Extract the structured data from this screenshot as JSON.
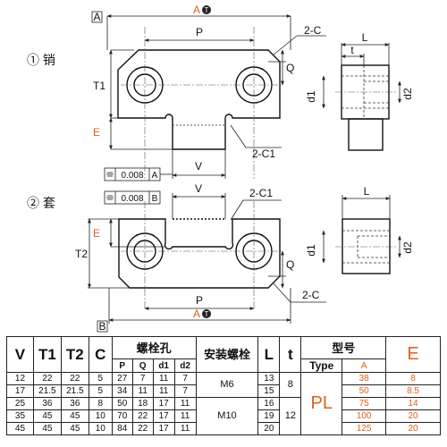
{
  "drawing": {
    "datum_a": "A",
    "datum_b": "B",
    "dim_a": "A",
    "dim_a_marker": "T",
    "dim_p": "P",
    "dim_q": "Q",
    "dim_l": "L",
    "dim_t": "t",
    "dim_t1": "T1",
    "dim_t2": "T2",
    "dim_e": "E",
    "dim_v": "V",
    "dim_d1": "d1",
    "dim_d2": "d2",
    "chamfer_c": "2-C",
    "chamfer_c1": "2-C1",
    "view1_label": "① 销",
    "view2_label": "② 套",
    "tol1_value": "0.008",
    "tol1_ref": "A",
    "tol2_value": "0.008",
    "tol2_ref": "B"
  },
  "table": {
    "headers": {
      "v": "V",
      "t1": "T1",
      "t2": "T2",
      "c": "C",
      "bolt_hole": "螺栓孔",
      "mount_bolt": "安装螺栓",
      "l": "L",
      "t": "t",
      "model": "型号",
      "e": "E",
      "p": "P",
      "q": "Q",
      "d1": "d1",
      "d2": "d2",
      "type": "Type",
      "a": "A"
    },
    "rows": [
      {
        "v": "12",
        "t1": "22",
        "t2": "22",
        "c": "5",
        "p": "27",
        "q": "7",
        "d1": "11",
        "d2": "7",
        "l": "13",
        "a": "38",
        "e": "8"
      },
      {
        "v": "17",
        "t1": "21.5",
        "t2": "21.5",
        "c": "5",
        "p": "34",
        "q": "11",
        "d1": "11",
        "d2": "7",
        "l": "15",
        "a": "50",
        "e": "8.5"
      },
      {
        "v": "25",
        "t1": "36",
        "t2": "36",
        "c": "8",
        "p": "50",
        "q": "18",
        "d1": "17",
        "d2": "11",
        "l": "16",
        "a": "75",
        "e": "14"
      },
      {
        "v": "35",
        "t1": "45",
        "t2": "45",
        "c": "10",
        "p": "70",
        "q": "22",
        "d1": "17",
        "d2": "11",
        "l": "19",
        "a": "100",
        "e": "20"
      },
      {
        "v": "45",
        "t1": "45",
        "t2": "45",
        "c": "10",
        "p": "84",
        "q": "22",
        "d1": "17",
        "d2": "11",
        "l": "20",
        "a": "125",
        "e": "20"
      }
    ],
    "mount_bolt_groups": [
      "M6",
      "M10"
    ],
    "t_groups": [
      "8",
      "12"
    ],
    "type_value": "PL"
  },
  "colors": {
    "accent": "#e0601a",
    "line": "#111111"
  }
}
